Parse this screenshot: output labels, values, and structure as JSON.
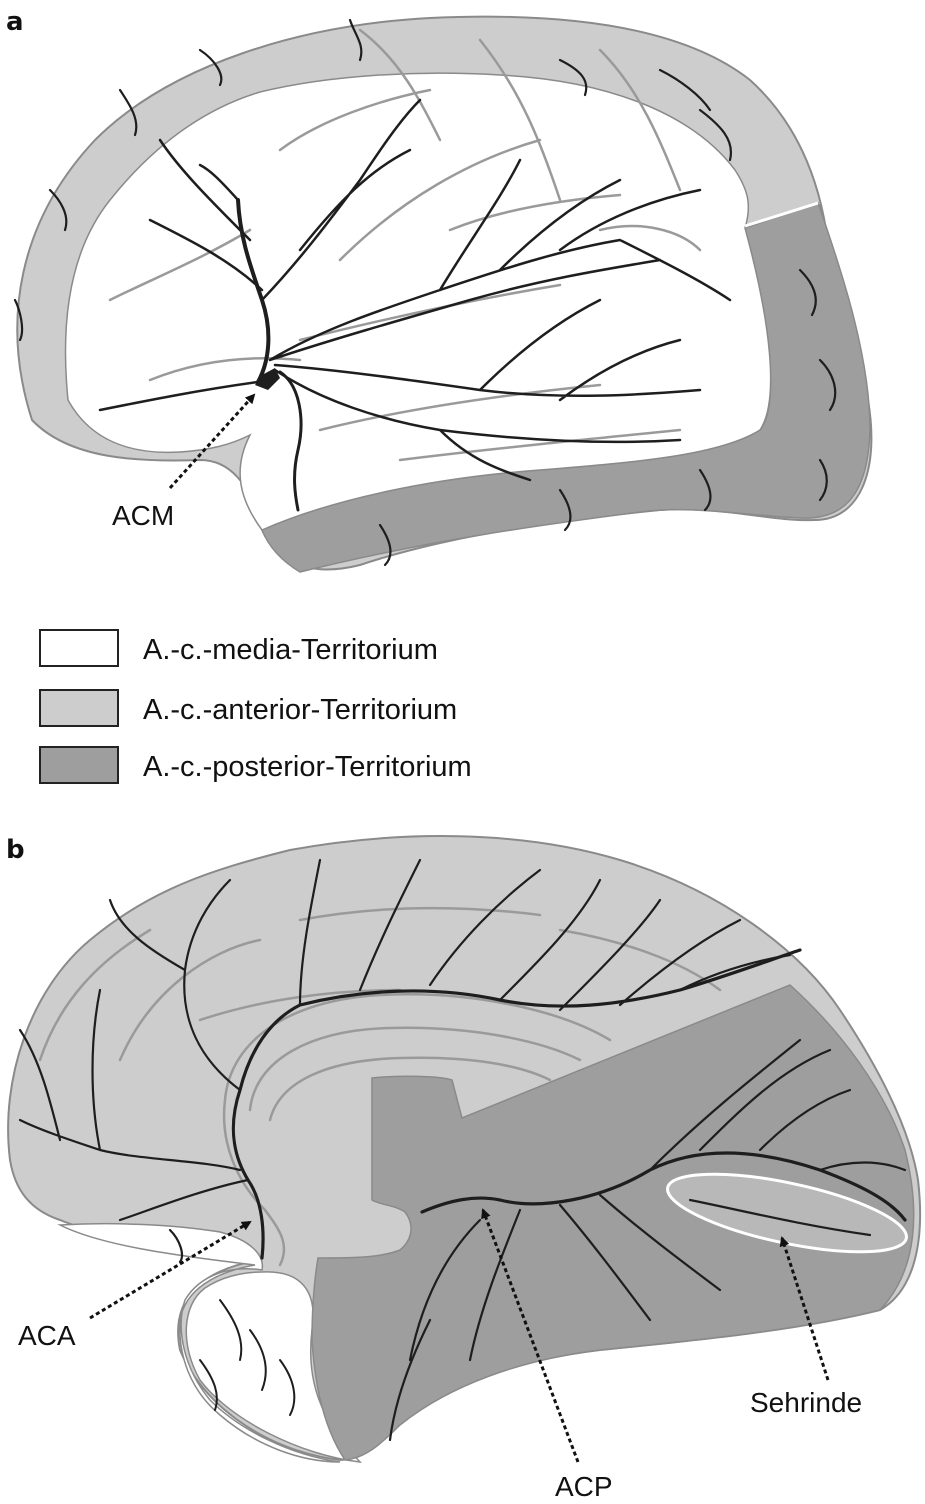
{
  "panels": {
    "a": {
      "letter": "a",
      "artery_label": "ACM"
    },
    "b": {
      "letter": "b",
      "labels": {
        "aca": "ACA",
        "acp": "ACP",
        "sehrinde": "Sehrinde"
      }
    }
  },
  "legend": [
    {
      "label": "A.-c.-media-Territorium",
      "color": "#ffffff"
    },
    {
      "label": "A.-c.-anterior-Territorium",
      "color": "#cdcdcd"
    },
    {
      "label": "A.-c.-posterior-Territorium",
      "color": "#9e9e9e"
    }
  ],
  "colors": {
    "media": "#ffffff",
    "anterior": "#cdcdcd",
    "posterior": "#9e9e9e",
    "outline": "#8a8a8a",
    "artery": "#1e1e1e"
  }
}
